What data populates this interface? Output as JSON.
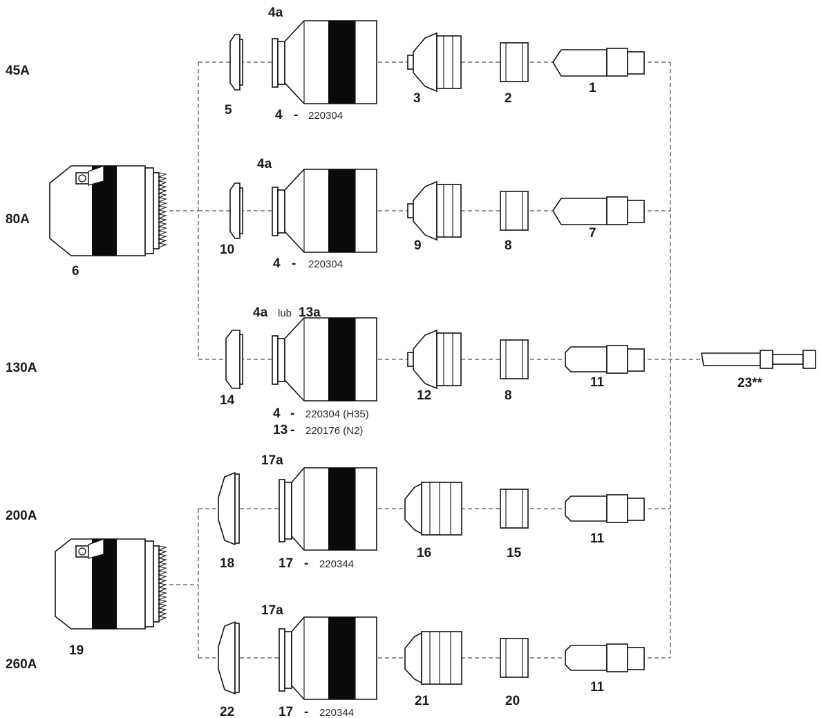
{
  "rows": [
    {
      "label": "45A"
    },
    {
      "label": "80A"
    },
    {
      "label": "130A"
    },
    {
      "label": "200A"
    },
    {
      "label": "260A"
    }
  ],
  "parts": {
    "p1": "1",
    "p2": "2",
    "p3": "3",
    "p4a_45": "4a",
    "p5": "5",
    "p4_45": "4",
    "p4_45_pn": "220304",
    "p6": "6",
    "p7": "7",
    "p8_80": "8",
    "p9": "9",
    "p10": "10",
    "p4a_80": "4a",
    "p4_80": "4",
    "p4_80_pn": "220304",
    "p11_130": "11",
    "p8_130": "8",
    "p12": "12",
    "p14": "14",
    "p4a_130": "4a",
    "lub": "lub",
    "p13a": "13a",
    "p4_130": "4",
    "p4_130_pn": "220304 (H35)",
    "p13": "13",
    "p13_pn": "220176 (N2)",
    "p23": "23**",
    "p17a_200": "17a",
    "p18": "18",
    "p17_200": "17",
    "p17_200_pn": "220344",
    "p16": "16",
    "p15": "15",
    "p11_200": "11",
    "p19": "19",
    "p17a_260": "17a",
    "p22": "22",
    "p17_260": "17",
    "p17_260_pn": "220344",
    "p21": "21",
    "p20": "20",
    "p11_260": "11",
    "dash": "-"
  }
}
